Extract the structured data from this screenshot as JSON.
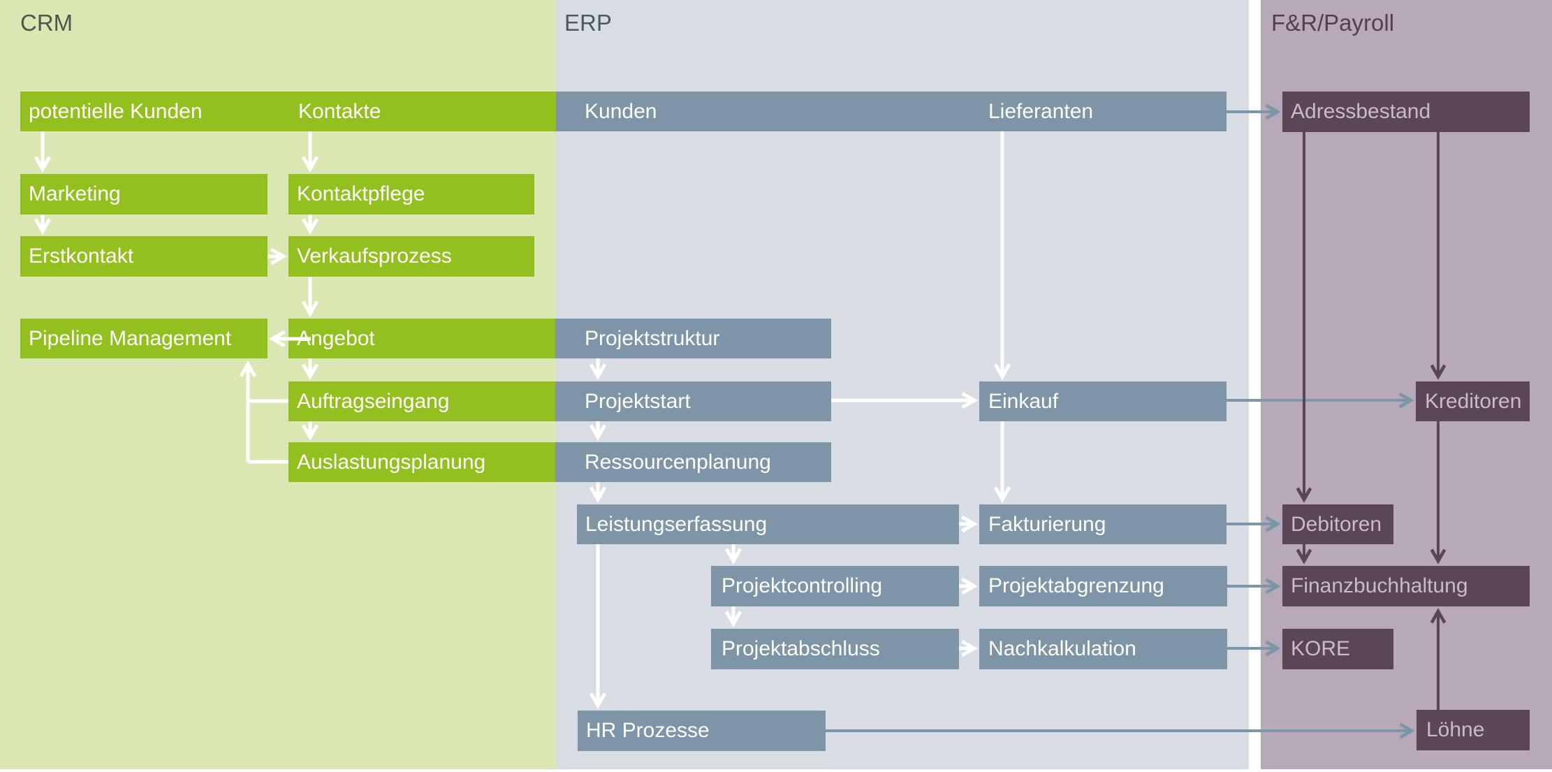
{
  "headers": {
    "crm": "CRM",
    "erp": "ERP",
    "fr": "F&R/Payroll"
  },
  "nodes": {
    "potentielle_kunden": "potentielle Kunden",
    "kontakte": "Kontakte",
    "kunden": "Kunden",
    "lieferanten": "Lieferanten",
    "marketing": "Marketing",
    "kontaktpflege": "Kontaktpflege",
    "erstkontakt": "Erstkontakt",
    "verkaufsprozess": "Verkaufsprozess",
    "pipeline_management": "Pipeline Management",
    "angebot": "Angebot",
    "projektstruktur": "Projektstruktur",
    "auftragseingang": "Auftragseingang",
    "projektstart": "Projektstart",
    "einkauf": "Einkauf",
    "auslastungsplanung": "Auslastungsplanung",
    "ressourcenplanung": "Ressourcenplanung",
    "leistungserfassung": "Leistungserfassung",
    "fakturierung": "Fakturierung",
    "projektcontrolling": "Projektcontrolling",
    "projektabgrenzung": "Projektabgrenzung",
    "projektabschluss": "Projektabschluss",
    "nachkalkulation": "Nachkalkulation",
    "hr_prozesse": "HR Prozesse",
    "adressbestand": "Adressbestand",
    "kreditoren": "Kreditoren",
    "debitoren": "Debitoren",
    "finanzbuchhaltung": "Finanzbuchhaltung",
    "kore": "KORE",
    "loehne": "Löhne"
  },
  "palette": {
    "crm_background": "#dbe7b2",
    "erp_background": "#d8dde4",
    "fr_background": "#b7a9b8",
    "green_box": "#93c01e",
    "blue_box": "#7d95a7",
    "purple_box": "#5b4558",
    "purple_box_text": "#c9bbc8",
    "white_arrow": "#ffffff",
    "blue_arrow": "#7b96a8",
    "dark_arrow": "#584556"
  }
}
